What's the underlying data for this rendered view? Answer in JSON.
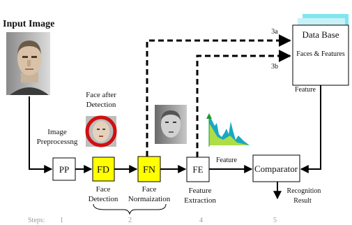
{
  "diagram": {
    "input_image_label": "Input Image",
    "image_preprocessing_label": [
      "Image",
      "Preprocessng"
    ],
    "face_after_detection_label": [
      "Face after",
      "Detection"
    ],
    "blocks": {
      "pp": "PP",
      "fd": "FD",
      "fn": "FN",
      "fe": "FE",
      "comparator": "Comparator"
    },
    "database": {
      "title": "Data Base",
      "subtitle": "Faces & Features"
    },
    "block_captions": {
      "fd": [
        "Face",
        "Detection"
      ],
      "fn": [
        "Face",
        "Normaization"
      ],
      "fe": [
        "Feature",
        "Extraction"
      ]
    },
    "arrow_labels": {
      "path_3a": "3a",
      "path_3b": "3b",
      "db_feature": "Feature",
      "fe_feature": "Feature",
      "recognition_result": [
        "Recognition",
        "Result"
      ]
    },
    "steps": {
      "label": "Steps:",
      "numbers": [
        "1",
        "2",
        "4",
        "5"
      ]
    },
    "colors": {
      "highlight_block": "#ffff00",
      "db_shadow": "#7fe6f0",
      "face_ring": "#d01010",
      "histogram": "#19a8c0"
    }
  }
}
